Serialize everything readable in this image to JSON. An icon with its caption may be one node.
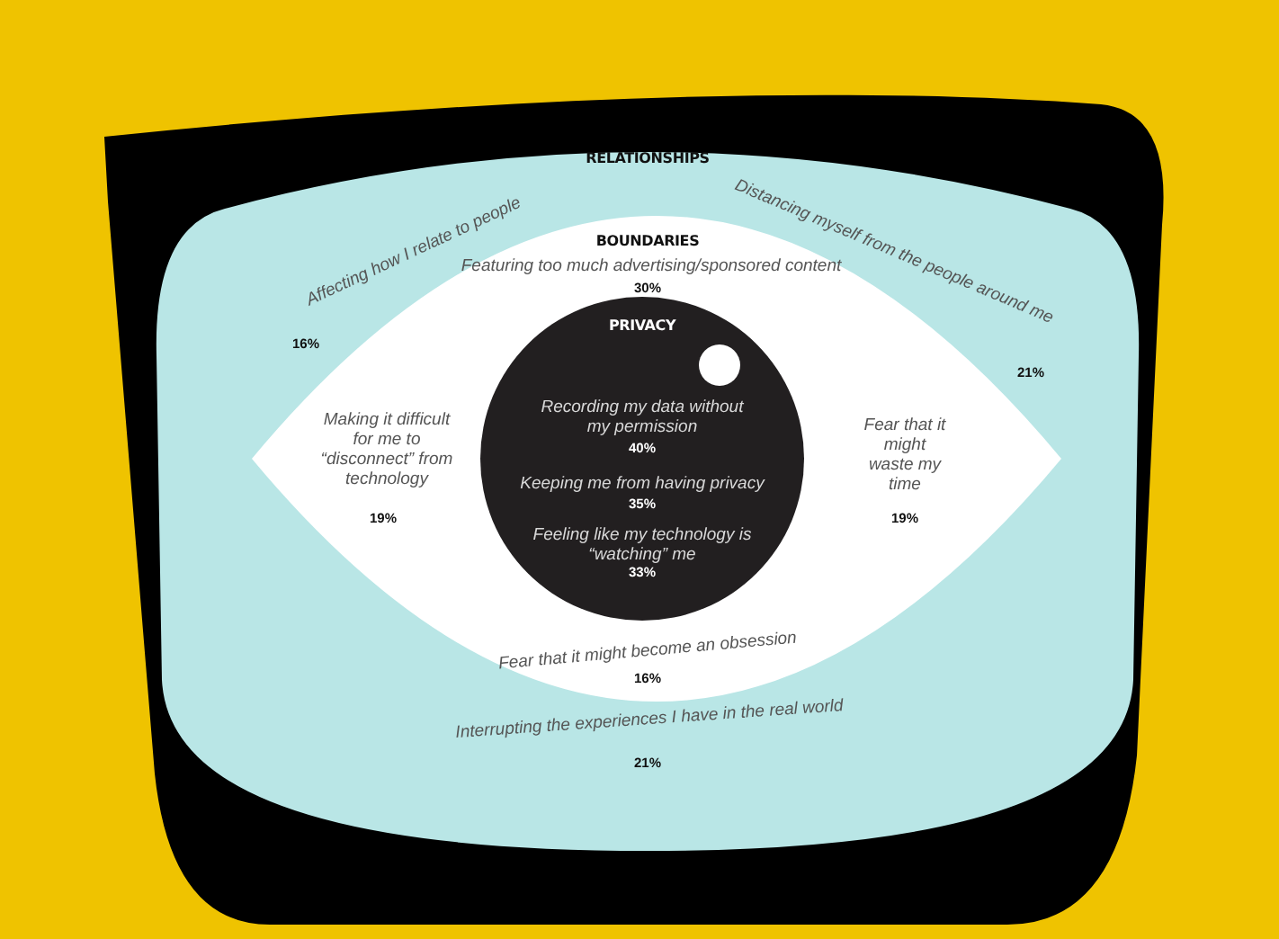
{
  "diagram": {
    "nodes": [
      {
        "text": [
          "RELATIONSHIPS",
          "Affecting how I relate to people",
          "16%",
          "Distancing myself from the people around me",
          "21%",
          "Interrupting the experiences I have in the real world",
          "21%"
        ]
      },
      {
        "text": [
          "BOUNDARIES",
          "Featuring too much advertising/sponsored content",
          "30%",
          "Making it difficult for me to “disconnect” from technology",
          "19%",
          "Fear that it might waste my time",
          "19%",
          "Fear that it might become an obsession",
          "16%"
        ],
        "in": 0
      },
      {
        "text": [
          "PRIVACY",
          "Recording my data without my permission",
          "40%",
          "Keeping me from having privacy",
          "35%",
          "Feeling like my technology is “watching” me",
          "33%"
        ],
        "in": 1
      }
    ],
    "edges": []
  }
}
